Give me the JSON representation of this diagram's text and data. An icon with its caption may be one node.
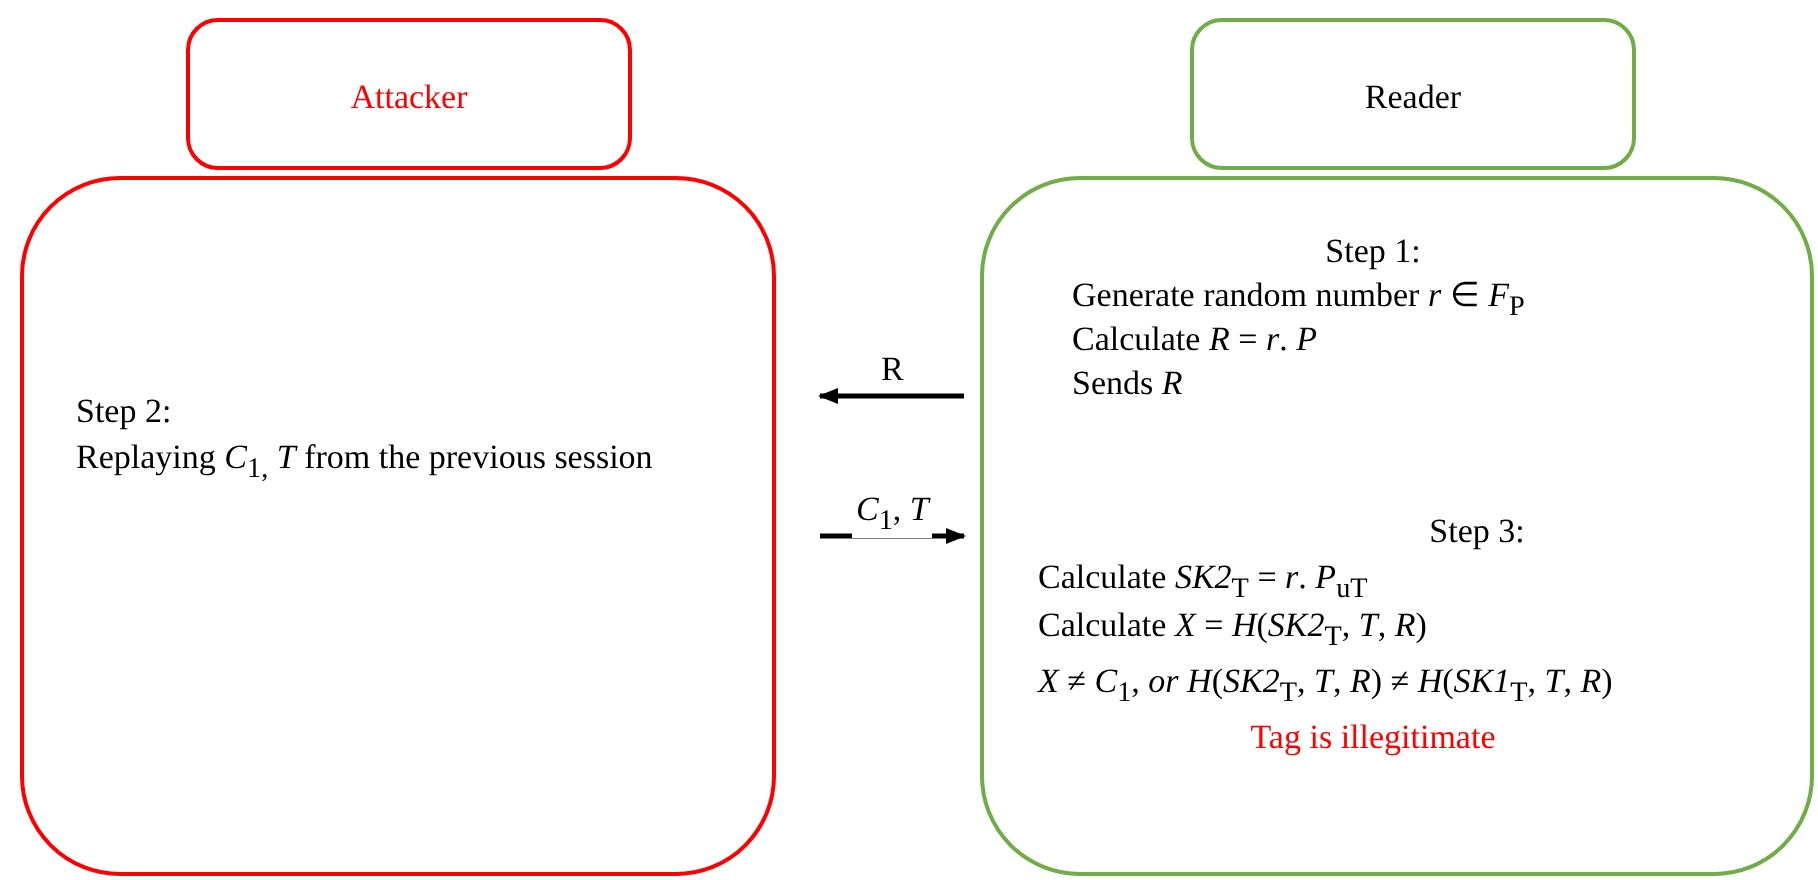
{
  "diagram": {
    "nodes": [
      {
        "text": [
          "Attacker"
        ]
      },
      {
        "text": [
          "Reader"
        ]
      },
      {
        "text": [
          "Step 2:",
          "Replaying *C*$_{1,}$ *T* from the previous session"
        ]
      },
      {
        "text": [
          "Step 1:",
          "Generate random number *r* ∈ *F*$_{P}$",
          "Calculate *R* = *r*. *P*",
          "Sends *R*",
          "Step 3:",
          "Calculate *SK2*$_{T}$ = *r*. *P*$_{u}$$_{T}$",
          "Calculate *X* = *H*(*SK2*$_{T}$, *T*, *R*)",
          "*X* ≠ *C*$_{1}$,  *or*  *H*(*SK2*$_{T}$, *T*, *R*) ≠ *H*(*SK1*$_{T}$, *T*, *R*)",
          "Tag is illegitimate"
        ]
      }
    ],
    "edges": [
      {
        "from": 3,
        "to": 2,
        "arrow": "to",
        "label": "R"
      },
      {
        "from": 2,
        "to": 3,
        "arrow": "to",
        "label": "*C*$_{1}$, *T*"
      }
    ]
  }
}
